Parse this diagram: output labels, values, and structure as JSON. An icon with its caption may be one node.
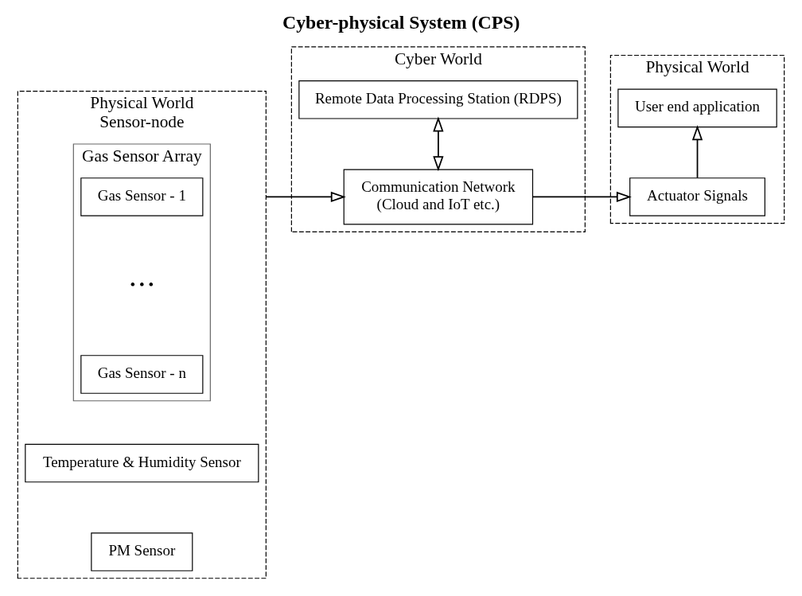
{
  "diagram": {
    "title": "Cyber-physical System (CPS)",
    "nodes": [
      {
        "text": [
          "Physical World",
          "Sensor-node"
        ]
      },
      {
        "text": [
          "Gas Sensor Array"
        ],
        "in": 0
      },
      {
        "text": [
          "Gas Sensor - 1"
        ],
        "in": 1
      },
      {
        "text": [
          "Gas Sensor - n"
        ],
        "in": 1
      },
      {
        "text": [
          "Temperature & Humidity Sensor"
        ],
        "in": 0
      },
      {
        "text": [
          "PM Sensor"
        ],
        "in": 0
      },
      {
        "text": [
          "Cyber World"
        ]
      },
      {
        "text": [
          "Communication Network",
          "(Cloud and IoT etc.)"
        ],
        "in": 6
      },
      {
        "text": [
          "Remote Data Processing Station (RDPS)"
        ],
        "in": 6
      },
      {
        "text": [
          "Physical World"
        ]
      },
      {
        "text": [
          "Actuator Signals"
        ],
        "in": 9
      },
      {
        "text": [
          "User end application"
        ],
        "in": 9
      }
    ],
    "edges": [
      {
        "from": 0,
        "to": 7,
        "arrow": "to"
      },
      {
        "from": 7,
        "to": 10,
        "arrow": "to"
      },
      {
        "from": 10,
        "to": 11,
        "arrow": "to"
      },
      {
        "from": 7,
        "to": 8,
        "arrow": "both"
      }
    ],
    "labels": [
      "• • •"
    ]
  }
}
